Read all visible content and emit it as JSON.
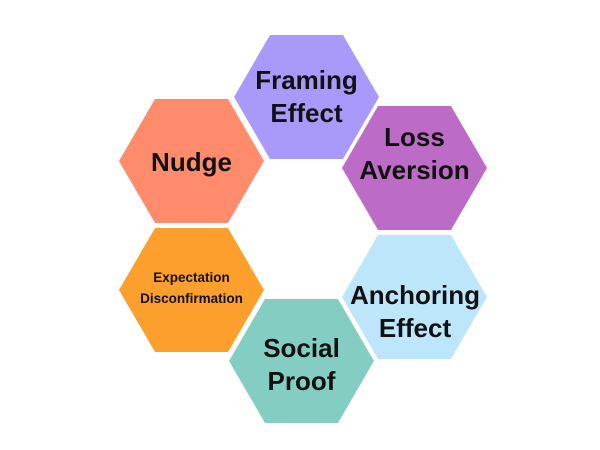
{
  "diagram": {
    "hexagons": [
      {
        "label": "Framing\nEffect",
        "color": "#A899FA"
      },
      {
        "label": "Loss\nAversion",
        "color": "#BC6BC6"
      },
      {
        "label": "Anchoring\nEffect",
        "color": "#BEE6FB"
      },
      {
        "label": "Social\nProof",
        "color": "#84CDC3"
      },
      {
        "label": "Expectation\nDisconfirmation",
        "color": "#FD9F2C"
      },
      {
        "label": "Nudge",
        "color": "#FD8B6C"
      }
    ]
  }
}
